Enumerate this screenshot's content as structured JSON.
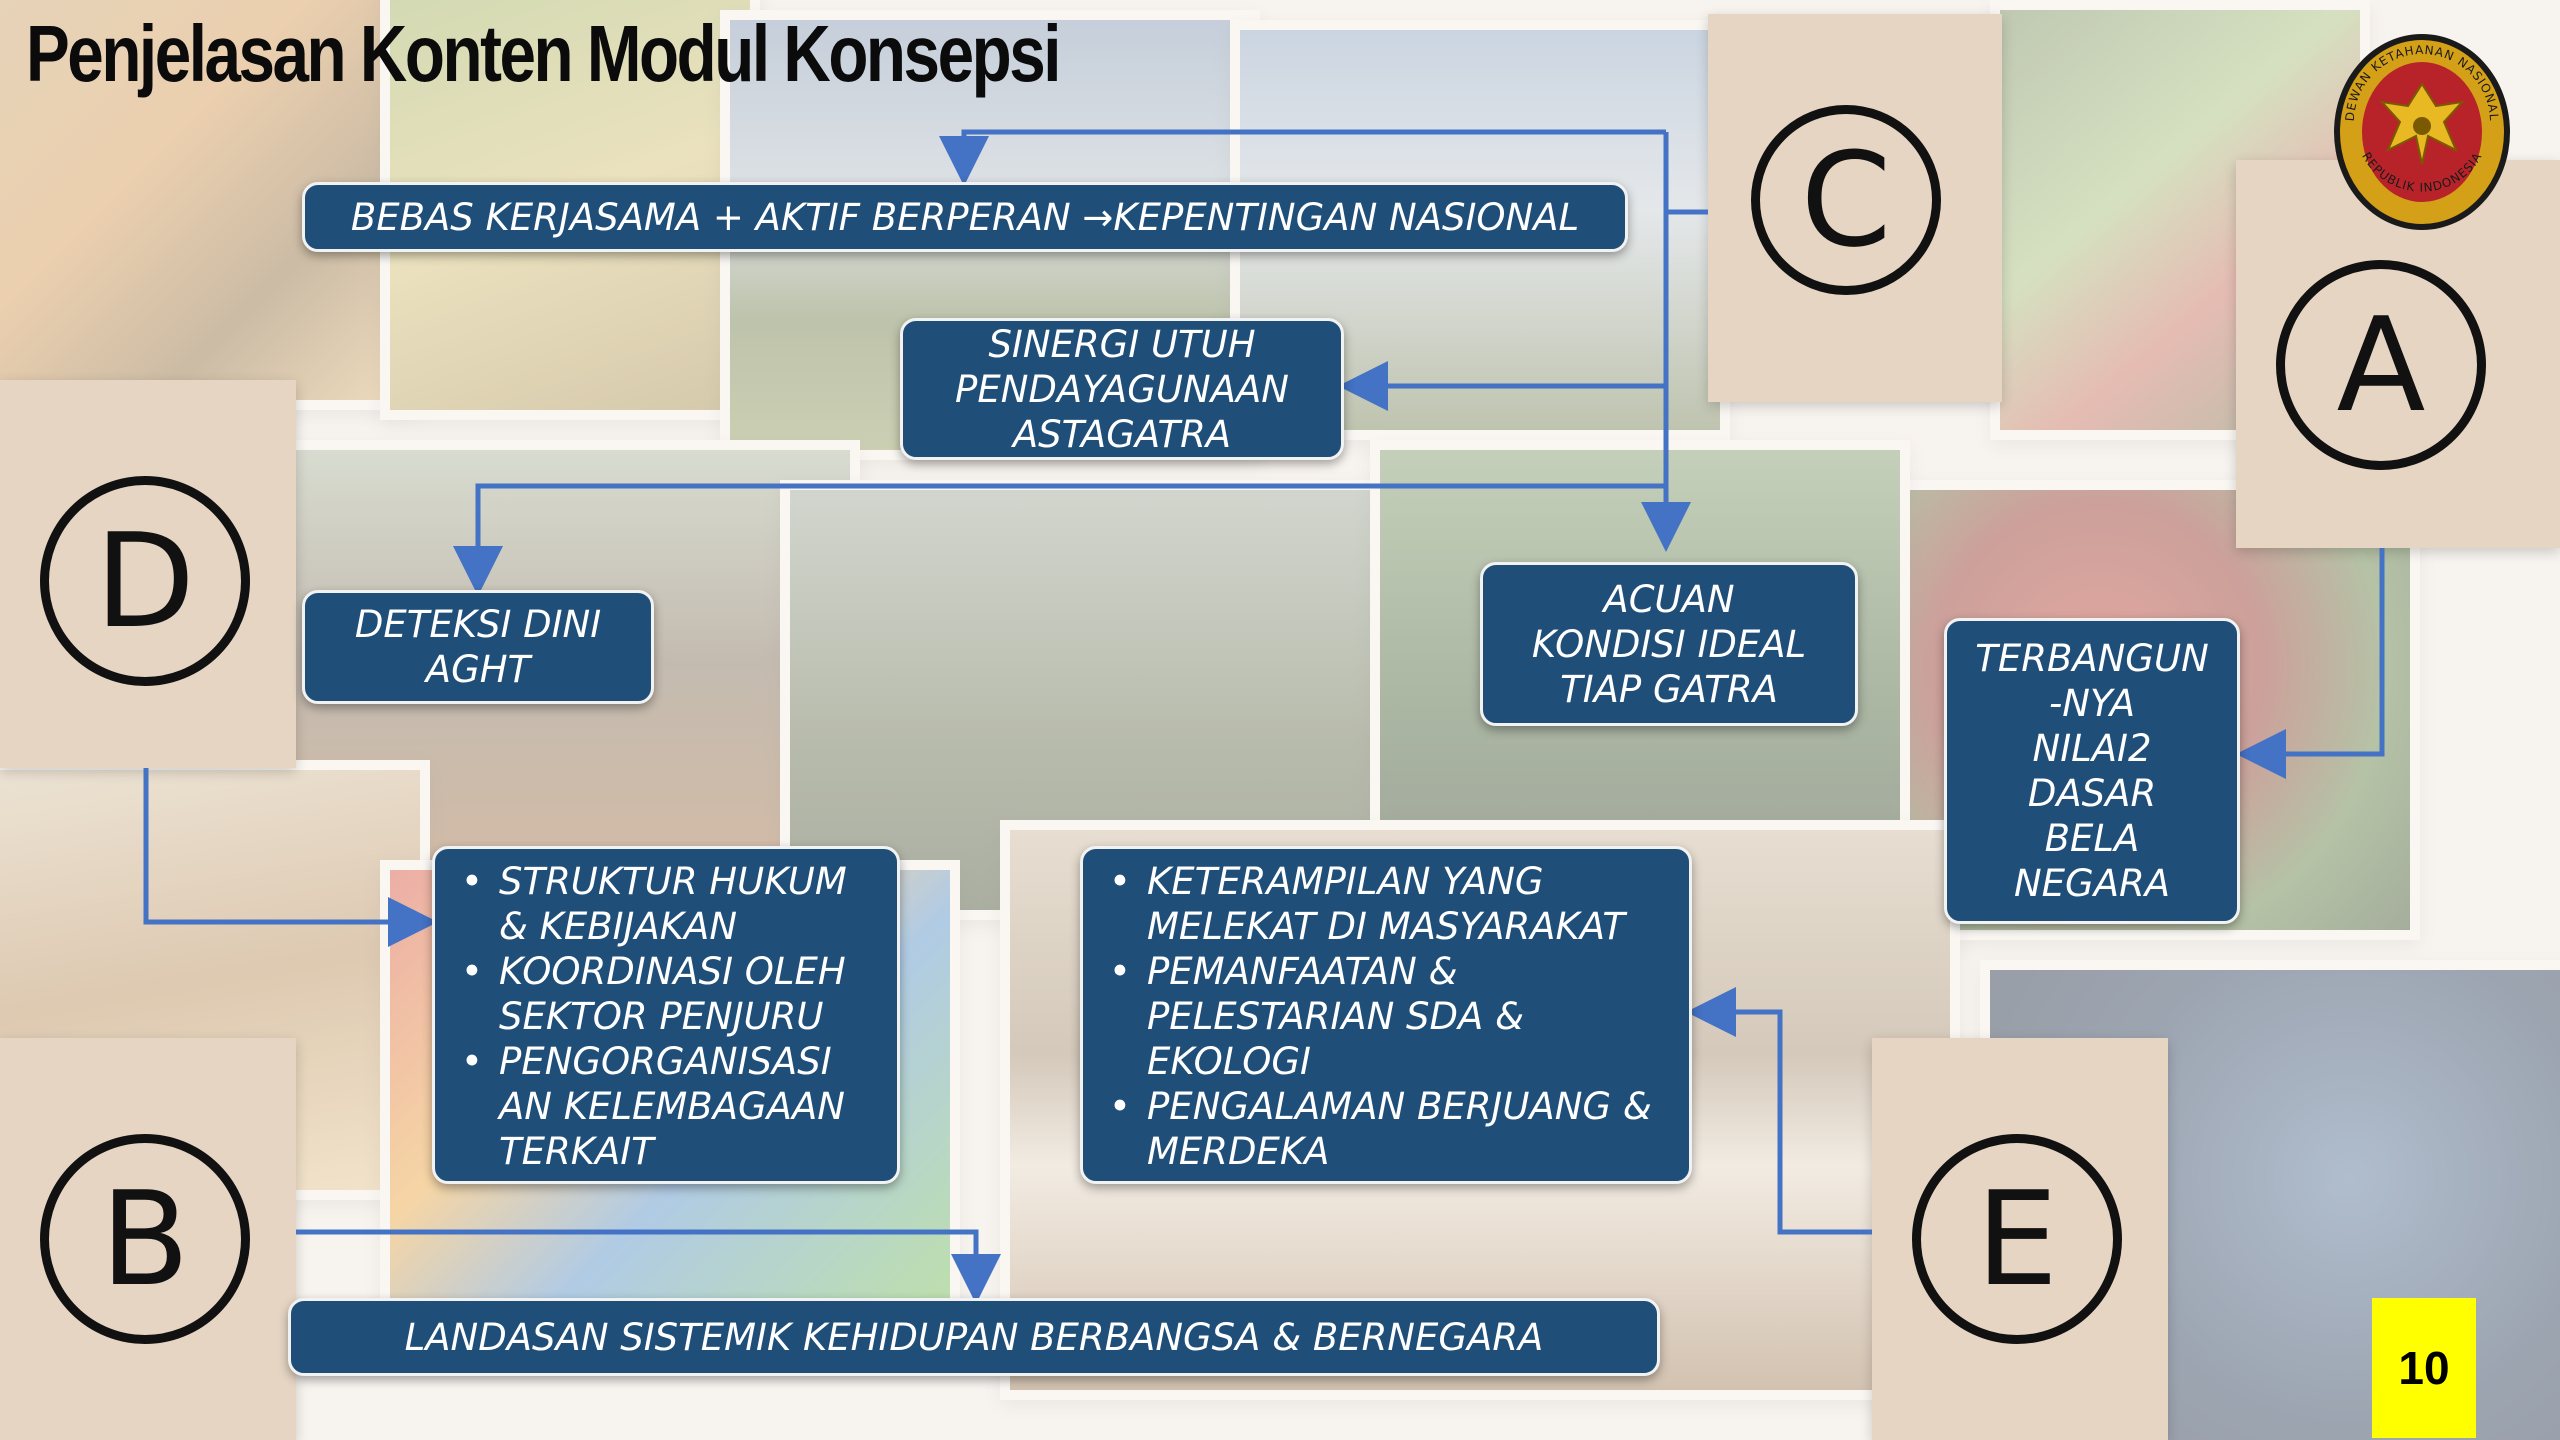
{
  "slide": {
    "title": "Penjelasan Konten Modul Konsepsi",
    "page_number": "10"
  },
  "letters": {
    "a": "A",
    "b": "B",
    "c": "C",
    "d": "D",
    "e": "E"
  },
  "boxes": {
    "bebas_kerjasama": "BEBAS KERJASAMA + AKTIF BERPERAN →KEPENTINGAN NASIONAL",
    "sinergi": "SINERGI UTUH\nPENDAYAGUNAAN\nASTAGATRA",
    "deteksi": "DETEKSI DINI\nAGHT",
    "acuan": "ACUAN\nKONDISI IDEAL\nTIAP GATRA",
    "terbangun": "TERBANGUN\n-NYA\nNILAI2\nDASAR\nBELA\nNEGARA",
    "struktur_items": [
      "STRUKTUR HUKUM\n& KEBIJAKAN",
      "KOORDINASI OLEH\nSEKTOR PENJURU",
      "PENGORGANISASI\nAN KELEMBAGAAN\nTERKAIT"
    ],
    "keterampilan_items": [
      "KETERAMPILAN YANG\nMELEKAT DI MASYARAKAT",
      "PEMANFAATAN &\nPELESTARIAN SDA &\nEKOLOGI",
      "PENGALAMAN BERJUANG &\nMERDEKA"
    ],
    "landasan": "LANDASAN SISTEMIK KEHIDUPAN BERBANGSA & BERNEGARA"
  },
  "logo": {
    "text_top": "DEWAN KETAHANAN NASIONAL",
    "text_bottom": "REPUBLIK INDONESIA"
  },
  "colors": {
    "box_fill": "#1f4e79",
    "arrow": "#4472c4",
    "panel": "#e6d5c3",
    "page_number_bg": "#ffff00"
  }
}
